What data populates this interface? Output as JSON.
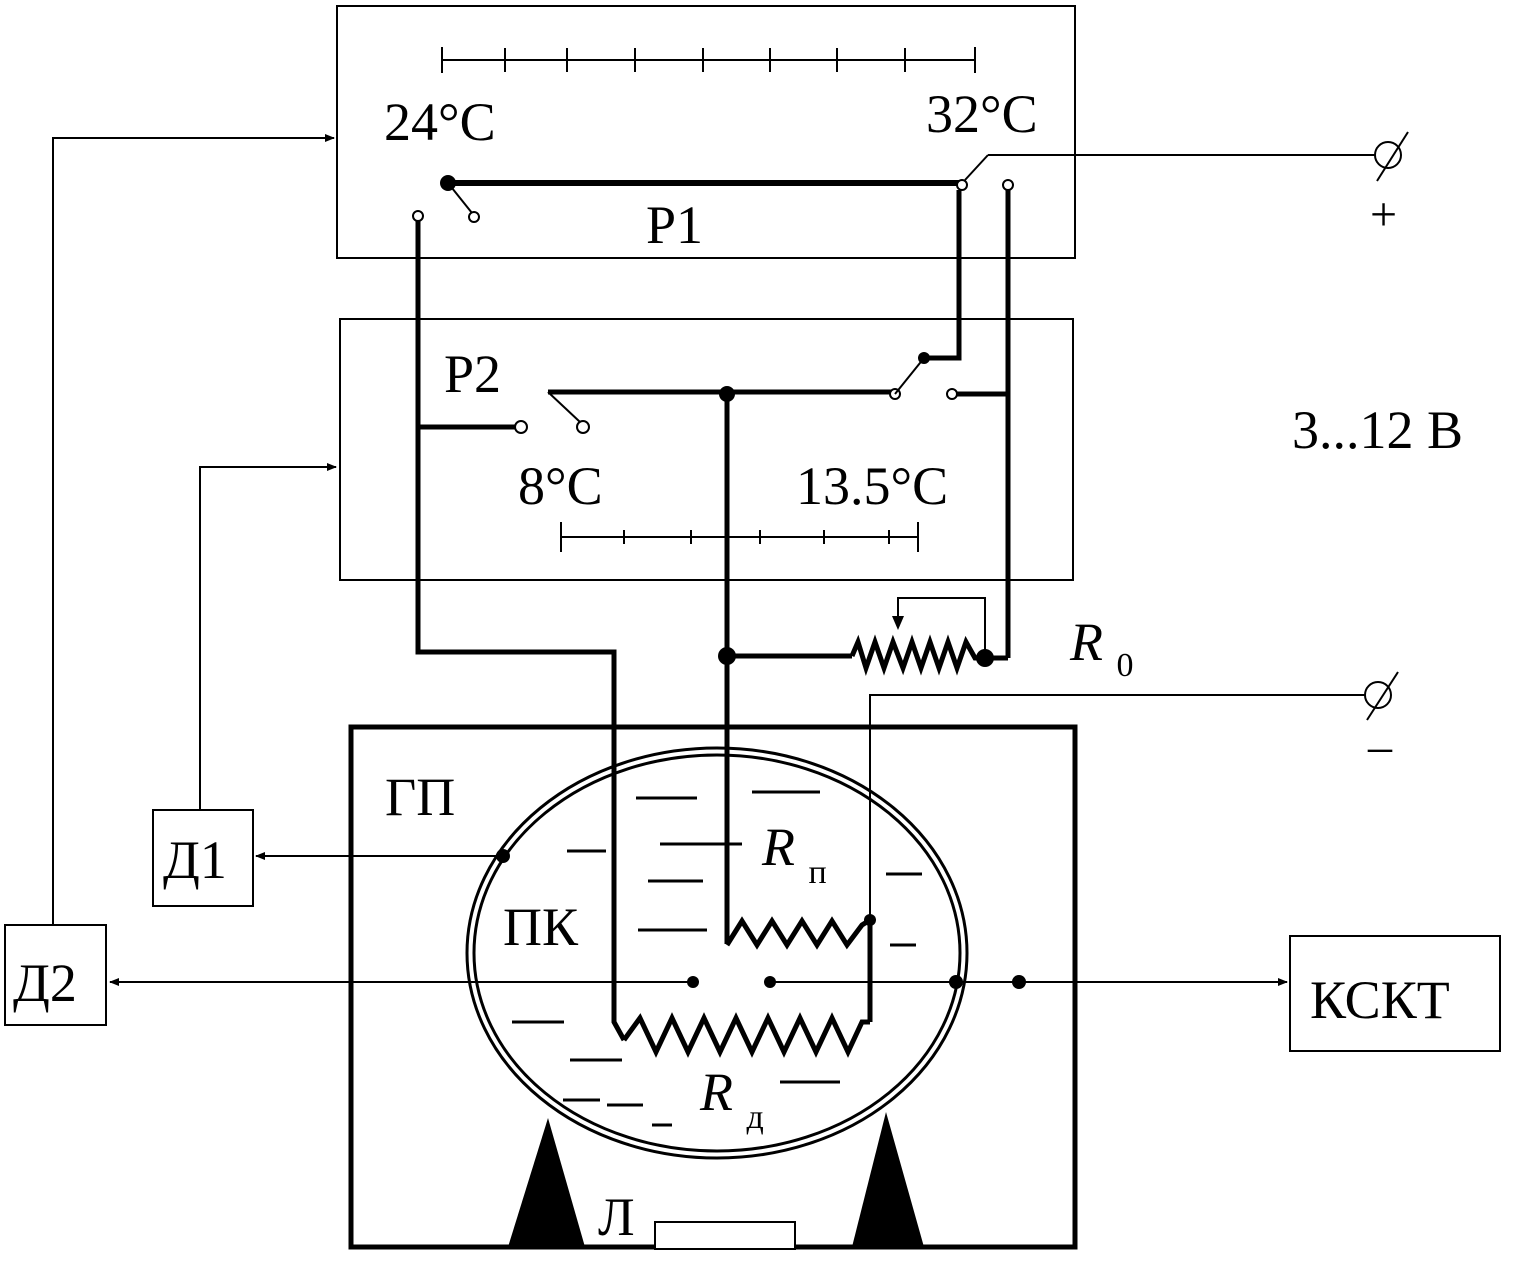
{
  "relay_p1": {
    "name": "Р1",
    "scale_min": "24°С",
    "scale_max": "32°С"
  },
  "relay_p2": {
    "name": "Р2",
    "scale_min": "8°С",
    "scale_max": "13.5°С"
  },
  "supply": {
    "plus": "+",
    "minus": "–",
    "voltage": "3...12 В"
  },
  "resistor_r0": {
    "letter": "R",
    "sub": "0"
  },
  "resistor_rp": {
    "letter": "R",
    "sub": "п"
  },
  "resistor_rd": {
    "letter": "R",
    "sub": "д"
  },
  "chamber": "ГП",
  "vessel": "ПК",
  "lamp": "Л",
  "sensor_d1": "Д1",
  "sensor_d2": "Д2",
  "output_block": "КСКТ"
}
